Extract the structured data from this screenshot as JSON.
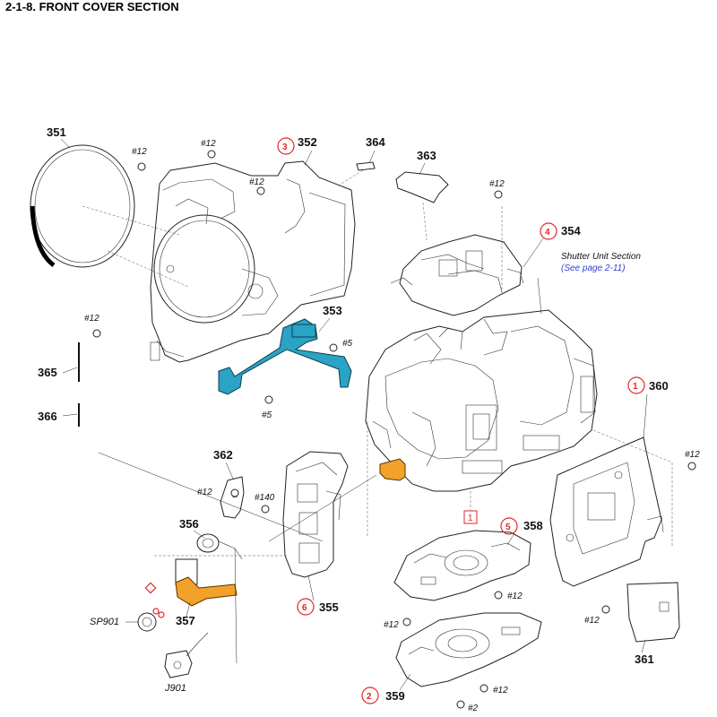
{
  "title": "2-1-8. FRONT COVER SECTION",
  "accent": {
    "callout_red": "#e0272a",
    "link_blue": "#2a3fd6",
    "flex_blue": "#2aa3c4",
    "flex_orange": "#f2a12a"
  },
  "labels": {
    "p351": "351",
    "p352": "352",
    "p353": "353",
    "p354": "354",
    "p355": "355",
    "p356": "356",
    "p357": "357",
    "p358": "358",
    "p359": "359",
    "p360": "360",
    "p361": "361",
    "p362": "362",
    "p363": "363",
    "p364": "364",
    "p365": "365",
    "p366": "366"
  },
  "circled": {
    "c1": "1",
    "c2": "2",
    "c3": "3",
    "c4": "4",
    "c5": "5",
    "c6": "6"
  },
  "boxed": {
    "b1": "1"
  },
  "screws": {
    "s12": "#12",
    "s5": "#5",
    "s140": "#140",
    "s2": "#2"
  },
  "components": {
    "sp901": "SP901",
    "j901": "J901"
  },
  "shutter_note": {
    "line1": "Shutter Unit Section",
    "line2": "(See page 2-11)"
  }
}
